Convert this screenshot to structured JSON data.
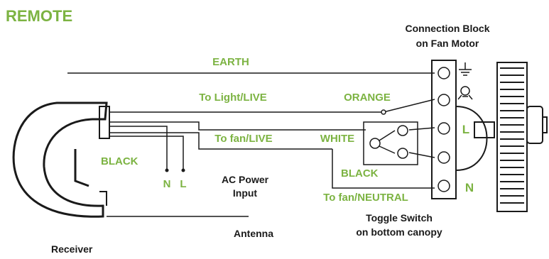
{
  "title": "REMOTE",
  "labels": {
    "connection_block_line1": "Connection Block",
    "connection_block_line2": "on Fan Motor",
    "earth": "EARTH",
    "to_light_live": "To Light/LIVE",
    "orange": "ORANGE",
    "to_fan_live": "To fan/LIVE",
    "white": "WHITE",
    "black_left": "BLACK",
    "black_right": "BLACK",
    "to_fan_neutral": "To fan/NEUTRAL",
    "n_left": "N",
    "l_left": "L",
    "ac_power_line1": "AC Power",
    "ac_power_line2": "Input",
    "antenna": "Antenna",
    "receiver": "Receiver",
    "toggle_line1": "Toggle Switch",
    "toggle_line2": "on bottom canopy",
    "terminal_l": "L",
    "terminal_n": "N"
  },
  "colors": {
    "accent_green": "#7cb342",
    "line": "#1a1a1a"
  }
}
